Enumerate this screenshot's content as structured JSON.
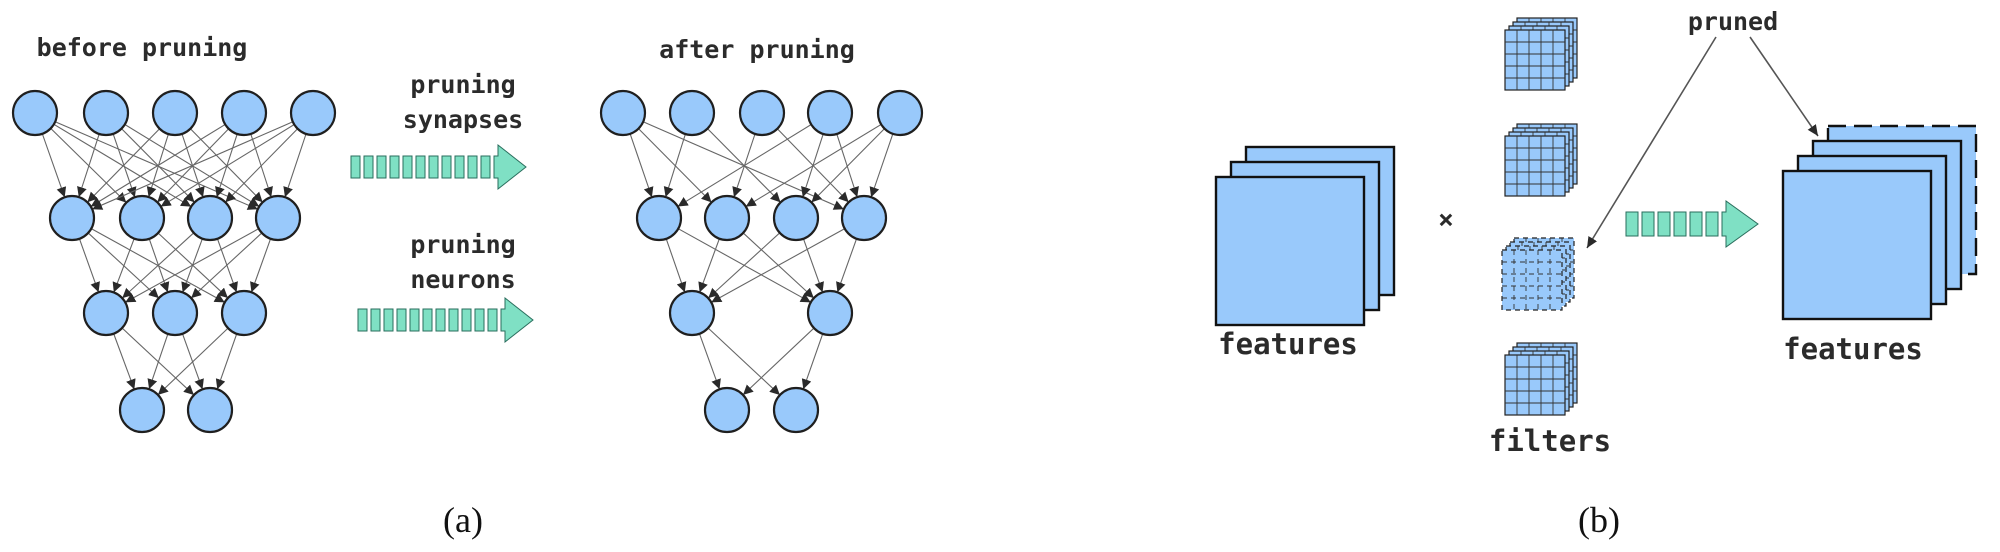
{
  "panel_a": {
    "before_label": "before pruning",
    "after_label": "after pruning",
    "arrow1_label_line1": "pruning",
    "arrow1_label_line2": "synapses",
    "arrow2_label_line1": "pruning",
    "arrow2_label_line2": "neurons",
    "caption": "(a)"
  },
  "panel_b": {
    "features_in_label": "features",
    "times_symbol": "×",
    "filters_label": "filters",
    "pruned_label": "pruned",
    "features_out_label": "features",
    "caption": "(b)"
  },
  "colors": {
    "neuron_fill": "#99c9fb",
    "outline": "#1f1f1f",
    "arrow_fill": "#7fe0c4",
    "edge": "#666666"
  }
}
